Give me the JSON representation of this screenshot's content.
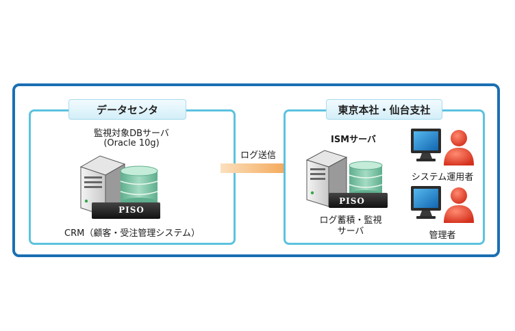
{
  "left_panel": {
    "title": "データセンタ",
    "server_label_line1": "監視対象DBサーバ",
    "server_label_line2": "(Oracle 10g)",
    "piso_logo": "PISO",
    "crm_label": "CRM（顧客・受注管理システム）"
  },
  "arrow": {
    "label": "ログ送信"
  },
  "right_panel": {
    "title": "東京本社・仙台支社",
    "server_label": "ISMサーバ",
    "piso_logo": "PISO",
    "server_caption_line1": "ログ蓄積・監視",
    "server_caption_line2": "サーバ",
    "user1_label": "システム運用者",
    "user2_label": "管理者"
  },
  "colors": {
    "outer_border": "#1a6fb3",
    "panel_border": "#5bc2de",
    "arrow": "#f6b36a",
    "db_cylinder": "#7fc8a9",
    "person": "#e8442f",
    "monitor_screen": "#1f8fd6"
  },
  "icons": [
    "server-icon",
    "database-icon",
    "monitor-icon",
    "person-icon",
    "arrow-right-icon"
  ]
}
